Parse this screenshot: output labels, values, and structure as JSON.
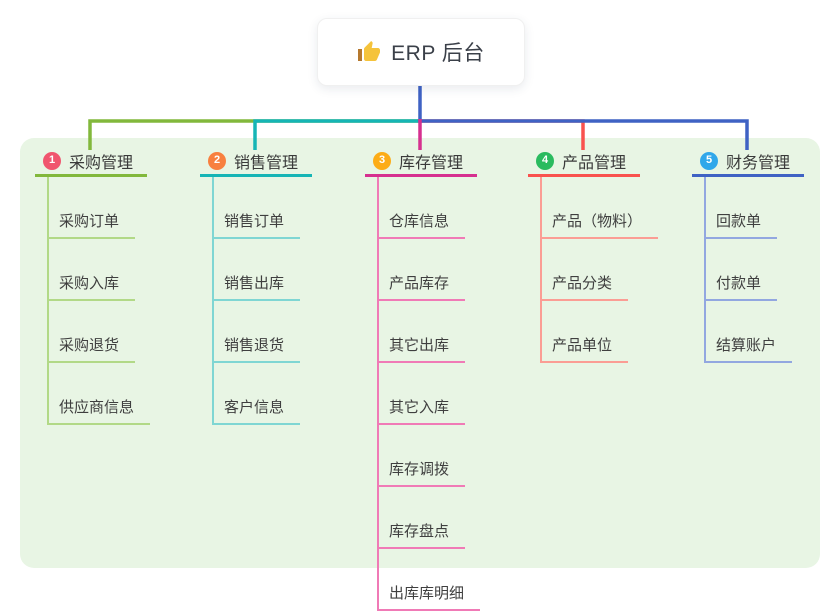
{
  "root": {
    "title": "ERP 后台",
    "icon": "thumbs-up-icon",
    "icon_color": "#f5c33b",
    "line_color": "#3f62c4"
  },
  "canvas": {
    "background": "#ffffff",
    "container_background": "#e8f5e4",
    "text_color": "#3c3c3c"
  },
  "branches": [
    {
      "number": "1",
      "title": "采购管理",
      "badge_color": "#f0556e",
      "line_color": "#82b83c",
      "sub_line_color": "#b2d987",
      "items": [
        "采购订单",
        "采购入库",
        "采购退货",
        "供应商信息"
      ]
    },
    {
      "number": "2",
      "title": "销售管理",
      "badge_color": "#f8803f",
      "line_color": "#16b5b5",
      "sub_line_color": "#7fd6d3",
      "items": [
        "销售订单",
        "销售出库",
        "销售退货",
        "客户信息"
      ]
    },
    {
      "number": "3",
      "title": "库存管理",
      "badge_color": "#fcac16",
      "line_color": "#d6308f",
      "sub_line_color": "#f07ab6",
      "items": [
        "仓库信息",
        "产品库存",
        "其它出库",
        "其它入库",
        "库存调拨",
        "库存盘点",
        "出库库明细"
      ]
    },
    {
      "number": "4",
      "title": "产品管理",
      "badge_color": "#2abb5f",
      "line_color": "#f9524e",
      "sub_line_color": "#fb9d94",
      "items": [
        "产品（物料）",
        "产品分类",
        "产品单位"
      ]
    },
    {
      "number": "5",
      "title": "财务管理",
      "badge_color": "#30a7ea",
      "line_color": "#3f62c4",
      "sub_line_color": "#92a7e0",
      "items": [
        "回款单",
        "付款单",
        "结算账户"
      ]
    }
  ]
}
